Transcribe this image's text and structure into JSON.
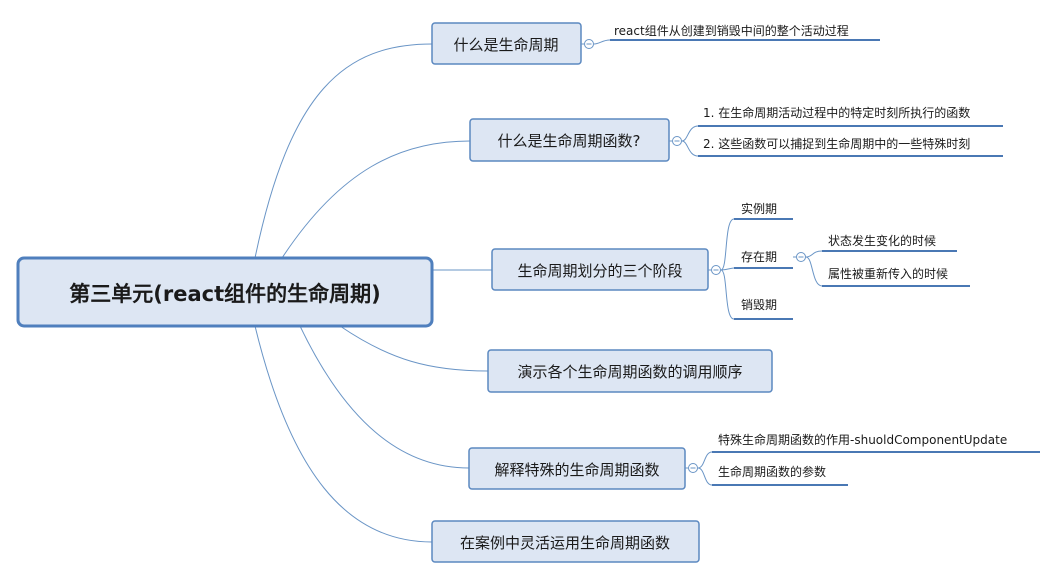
{
  "root": {
    "label": "第三单元(react组件的生命周期)"
  },
  "topics": [
    {
      "label": "什么是生命周期",
      "details": [
        {
          "label": "react组件从创建到销毁中间的整个活动过程"
        }
      ]
    },
    {
      "label": "什么是生命周期函数?",
      "details": [
        {
          "label": "1. 在生命周期活动过程中的特定时刻所执行的函数"
        },
        {
          "label": "2. 这些函数可以捕捉到生命周期中的一些特殊时刻"
        }
      ]
    },
    {
      "label": "生命周期划分的三个阶段",
      "details": [
        {
          "label": "实例期"
        },
        {
          "label": "存在期",
          "details": [
            {
              "label": "状态发生变化的时候"
            },
            {
              "label": "属性被重新传入的时候"
            }
          ]
        },
        {
          "label": "销毁期"
        }
      ]
    },
    {
      "label": "演示各个生命周期函数的调用顺序"
    },
    {
      "label": "解释特殊的生命周期函数",
      "details": [
        {
          "label": "特殊生命周期函数的作用-shuoldComponentUpdate"
        },
        {
          "label": "生命周期函数的参数"
        }
      ]
    },
    {
      "label": "在案例中灵活运用生命周期函数"
    }
  ],
  "colors": {
    "line": "#6a95c6",
    "root_fill": "#dde6f3",
    "root_border": "#4f7fbd",
    "topic_fill": "#dde6f3",
    "topic_border": "#5b88c0",
    "underline": "#4a78b4",
    "text": "#1a1a1a"
  },
  "icons": {
    "collapse": "minus-circle-icon"
  }
}
